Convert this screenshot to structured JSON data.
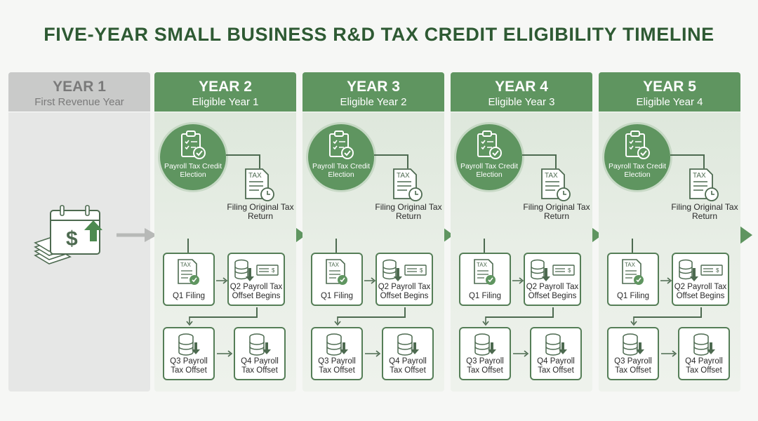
{
  "title": "FIVE-YEAR SMALL BUSINESS R&D TAX CREDIT ELIGIBILITY TIMELINE",
  "first_year": {
    "year": "YEAR 1",
    "subtitle": "First Revenue Year"
  },
  "years": [
    {
      "year": "YEAR 2",
      "subtitle": "Eligible Year 1"
    },
    {
      "year": "YEAR 3",
      "subtitle": "Eligible Year 2"
    },
    {
      "year": "YEAR 4",
      "subtitle": "Eligible Year 3"
    },
    {
      "year": "YEAR 5",
      "subtitle": "Eligible Year 4"
    }
  ],
  "labels": {
    "election": "Payroll Tax Credit Election",
    "filing": "Filing Original Tax Return",
    "q1": "Q1 Filing",
    "q2": "Q2 Payroll Tax Offset Begins",
    "q3": "Q3 Payroll Tax Offset",
    "q4": "Q4 Payroll Tax Offset",
    "tax_icon_text": "TAX",
    "dollar": "$"
  },
  "colors": {
    "title": "#2e5a33",
    "accent": "#5f9560",
    "arrow_gray": "#b7b9b7",
    "arrow_green": "#5f9560",
    "first_column": "#e6e7e6"
  },
  "icons": [
    "clipboard-check-icon",
    "tax-form-clock-icon",
    "tax-form-check-icon",
    "coin-stack-down-icon",
    "check-payment-icon",
    "calendar-dollar-up-icon",
    "money-stack-icon"
  ]
}
